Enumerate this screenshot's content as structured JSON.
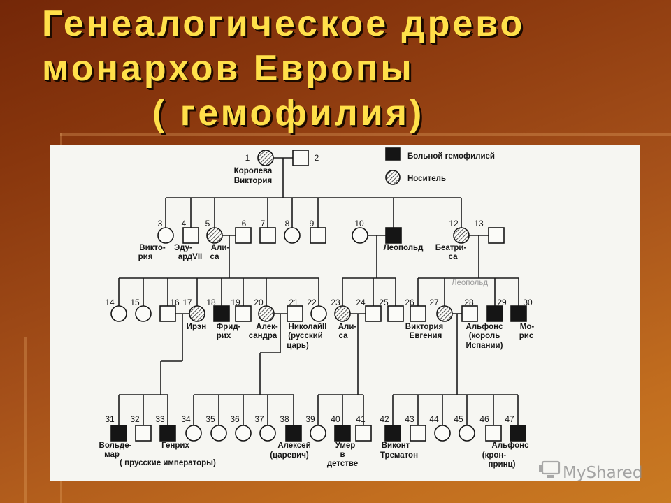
{
  "title": {
    "line1": "Генеалогическое древо",
    "line2": "монархов Европы",
    "line3": "( гемофилия)"
  },
  "colors": {
    "title": "#FFE04A",
    "affected": "#151515"
  },
  "legend": [
    {
      "symbol": "filled-square",
      "text": "Больной гемофилией"
    },
    {
      "symbol": "hatched-circle",
      "text": "Носитель"
    }
  ],
  "persons": [
    {
      "num": "1",
      "symbol": "hatched-circle",
      "label": [
        "Королева",
        "Виктория"
      ]
    },
    {
      "num": "2",
      "symbol": "square"
    },
    {
      "num": "3",
      "symbol": "circle",
      "label": [
        "Викто-",
        "рия"
      ]
    },
    {
      "num": "4",
      "symbol": "square",
      "label": [
        "Эду-",
        "ардVII"
      ]
    },
    {
      "num": "5",
      "symbol": "hatched-circle",
      "label": [
        "Али-",
        "са"
      ]
    },
    {
      "num": "6",
      "symbol": "square"
    },
    {
      "num": "7",
      "symbol": "square"
    },
    {
      "num": "8",
      "symbol": "circle"
    },
    {
      "num": "9",
      "symbol": "square"
    },
    {
      "num": "10",
      "symbol": "circle"
    },
    {
      "symbol": "filled-square",
      "label": [
        "Леопольд"
      ]
    },
    {
      "num": "12",
      "symbol": "hatched-circle",
      "label": [
        "Беатри-",
        "са"
      ]
    },
    {
      "num": "13",
      "symbol": "square"
    },
    {
      "num": "14",
      "symbol": "circle"
    },
    {
      "num": "15",
      "symbol": "circle"
    },
    {
      "num": "16",
      "symbol": "square"
    },
    {
      "num": "17",
      "symbol": "hatched-circle",
      "label": [
        "Ирэн"
      ]
    },
    {
      "num": "18",
      "symbol": "filled-square",
      "label": [
        "Фрид-",
        "рих"
      ]
    },
    {
      "num": "19",
      "symbol": "square"
    },
    {
      "num": "20",
      "symbol": "hatched-circle",
      "label": [
        "Алек-",
        "сандра"
      ]
    },
    {
      "num": "21",
      "symbol": "square",
      "label": [
        "НиколайII",
        "(русский",
        "царь)"
      ]
    },
    {
      "num": "22",
      "symbol": "circle"
    },
    {
      "num": "23",
      "symbol": "hatched-circle",
      "label": [
        "Али-",
        "са"
      ]
    },
    {
      "num": "24",
      "symbol": "square"
    },
    {
      "num": "25",
      "symbol": "square"
    },
    {
      "num": "26",
      "symbol": "square"
    },
    {
      "num": "27",
      "symbol": "hatched-circle",
      "label": [
        "Виктория",
        "Евгения"
      ]
    },
    {
      "num": "28",
      "symbol": "square",
      "label": [
        "Альфонс",
        "(король",
        "Испании)"
      ]
    },
    {
      "num": "29",
      "symbol": "filled-square",
      "label": [
        "Леопольд"
      ]
    },
    {
      "num": "30",
      "symbol": "filled-square",
      "label": [
        "Мо-",
        "рис"
      ]
    },
    {
      "num": "31",
      "symbol": "filled-square",
      "label": [
        "Вольде-",
        "мар"
      ]
    },
    {
      "num": "32",
      "symbol": "square"
    },
    {
      "num": "33",
      "symbol": "filled-square",
      "label": [
        "Генрих"
      ]
    },
    {
      "num": "34",
      "symbol": "circle"
    },
    {
      "num": "35",
      "symbol": "circle"
    },
    {
      "num": "36",
      "symbol": "circle"
    },
    {
      "num": "37",
      "symbol": "circle"
    },
    {
      "num": "38",
      "symbol": "filled-square",
      "label": [
        "Алексей",
        "(царевич)"
      ]
    },
    {
      "num": "39",
      "symbol": "circle"
    },
    {
      "num": "40",
      "symbol": "filled-square",
      "label": [
        "Умер",
        "в",
        "детстве"
      ]
    },
    {
      "num": "41",
      "symbol": "square"
    },
    {
      "num": "42",
      "symbol": "filled-square",
      "label": [
        "Виконт",
        "Трематон"
      ]
    },
    {
      "num": "43",
      "symbol": "square"
    },
    {
      "num": "44",
      "symbol": "circle"
    },
    {
      "num": "45",
      "symbol": "circle"
    },
    {
      "num": "46",
      "symbol": "square"
    },
    {
      "num": "47",
      "symbol": "filled-square",
      "label": [
        "Альфонс",
        "(крон-",
        "принц)"
      ]
    }
  ],
  "group_labels": [
    "( прусские императоры)"
  ],
  "watermark": "MyShared"
}
